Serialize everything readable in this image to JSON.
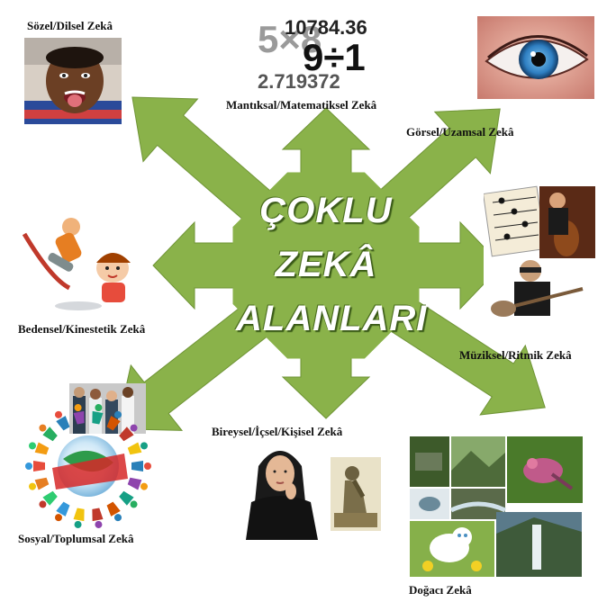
{
  "center": {
    "title_lines": [
      "ÇOKLU",
      "ZEKÂ",
      "ALANLARI"
    ]
  },
  "labels": {
    "sozel": "Sözel/Dilsel Zekâ",
    "mantiksal": "Mantıksal/Matematiksel Zekâ",
    "gorsel": "Görsel/Uzamsal Zekâ",
    "bedensel": "Bedensel/Kinestetik Zekâ",
    "muziksel": "Müziksel/Ritmik Zekâ",
    "bireysel": "Bireysel/İçsel/Kişisel Zekâ",
    "sosyal": "Sosyal/Toplumsal Zekâ",
    "dogaci": "Doğacı Zekâ"
  },
  "math_image_text": {
    "line1": "10784.36",
    "line2": "9÷1",
    "line3": "2.719372",
    "bg_digits": "5×8"
  },
  "colors": {
    "arrow_green": "#8ab24a",
    "arrow_dark": "#6f9436",
    "title_text": "#ffffff"
  },
  "icons": {
    "sozel": "smiling-child-photo",
    "mantiksal": "numbers-collage",
    "gorsel": "blue-eye-photo",
    "bedensel": "children-playing-illustration",
    "muziksel": "musicians-collage",
    "bireysel": "thinking-woman-and-statue",
    "sosyal": "people-around-globe-illustration",
    "dogaci": "nature-photo-collage"
  }
}
